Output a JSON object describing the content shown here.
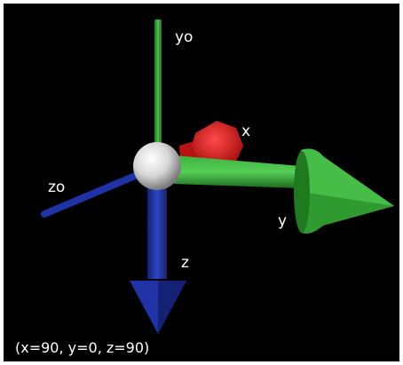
{
  "labels": {
    "y_origin": "yo",
    "x_axis": "x",
    "z_origin": "zo",
    "y_axis": "y",
    "z_axis": "z"
  },
  "caption": "(x=90, y=0, z=90)",
  "colors": {
    "background": "#000000",
    "y_axis": "#2f9a2f",
    "x_axis": "#d81a1a",
    "z_axis": "#1c2f9e",
    "origin_sphere": "#e6e6e6"
  }
}
